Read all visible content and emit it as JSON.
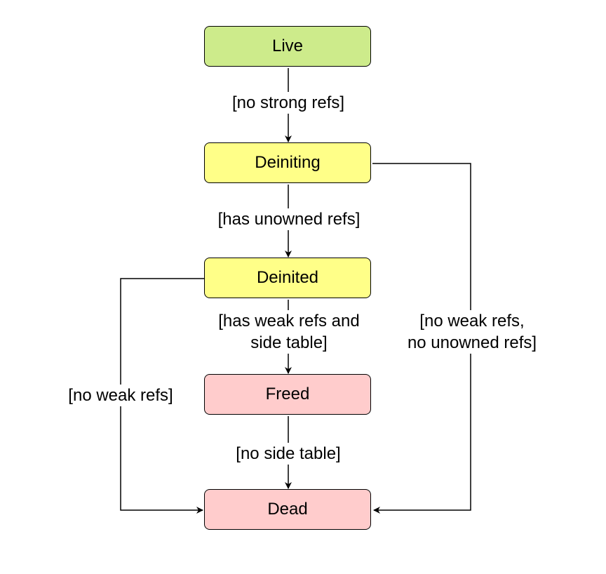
{
  "nodes": {
    "live": {
      "label": "Live",
      "color": "#cdeb8b"
    },
    "deiniting": {
      "label": "Deiniting",
      "color": "#ffff88"
    },
    "deinited": {
      "label": "Deinited",
      "color": "#ffff88"
    },
    "freed": {
      "label": "Freed",
      "color": "#ffcccc"
    },
    "dead": {
      "label": "Dead",
      "color": "#ffcccc"
    }
  },
  "edges": {
    "live_to_deiniting": "[no strong refs]",
    "deiniting_to_deinited": "[has unowned refs]",
    "deinited_to_freed": {
      "line1": "[has weak refs and",
      "line2": "side table]"
    },
    "freed_to_dead": "[no side table]",
    "deinited_to_dead": "[no weak refs]",
    "deiniting_to_dead": {
      "line1": "[no weak refs,",
      "line2": "no unowned refs]"
    }
  }
}
